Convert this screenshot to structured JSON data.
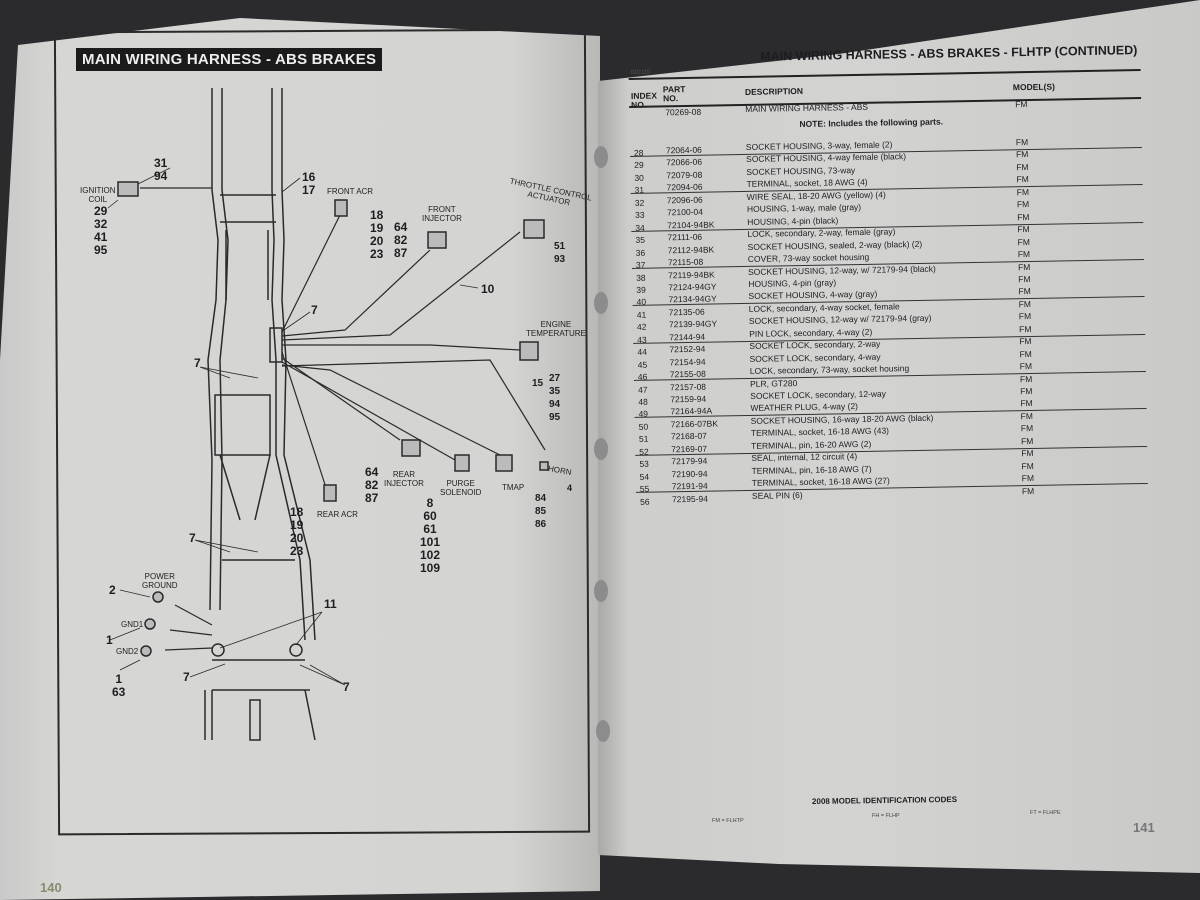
{
  "left_page": {
    "title": "MAIN WIRING HARNESS - ABS BRAKES",
    "page_number": "140",
    "callouts": {
      "ign_top": "31\n94",
      "ign_bottom": "29\n32\n41\n95",
      "frame_16": "16\n17",
      "front_acr": "18\n19\n20\n23",
      "front_injector": "64\n82\n87",
      "throttle": "51\n93",
      "ten": "10",
      "seven_a": "7",
      "seven_b": "7",
      "seven_c": "7",
      "seven_d": "7",
      "seven_e": "7",
      "engine_temp_15": "15",
      "engine_temp": "27\n35\n94\n95",
      "rear_injector": "64\n82\n87",
      "purge": "8\n60\n61\n101\n102\n109",
      "tmap": "84\n85\n86",
      "horn": "4",
      "rear_acr": "18\n19\n20\n23",
      "power_ground": "2",
      "gnd1": "1",
      "gnd2": "1\n63",
      "eleven": "11"
    },
    "labels": {
      "ignition_coil": "IGNITION\nCOIL",
      "front_acr": "FRONT ACR",
      "front_injector": "FRONT\nINJECTOR",
      "throttle": "THROTTLE CONTROL\nACTUATOR",
      "engine_temp": "ENGINE\nTEMPERATURE",
      "rear_injector": "REAR\nINJECTOR",
      "purge": "PURGE\nSOLENOID",
      "tmap": "TMAP",
      "horn": "HORN",
      "rear_acr": "REAR ACR",
      "power_ground": "POWER\nGROUND",
      "gnd1": "GND1",
      "gnd2": "GND2"
    }
  },
  "right_page": {
    "title": "MAIN WIRING HARNESS - ABS BRAKES - FLHTP (CONTINUED)",
    "code": "010110",
    "page_number": "141",
    "headers": {
      "index": "INDEX\nNO.",
      "part": "PART\nNO.",
      "description": "DESCRIPTION",
      "models": "MODEL(S)"
    },
    "main_part": {
      "part": "70269-08",
      "description": "MAIN WIRING HARNESS - ABS",
      "model": "FM"
    },
    "note": "NOTE: Includes the following parts.",
    "rows": [
      {
        "index": "28",
        "part": "72064-06",
        "description": "SOCKET HOUSING, 3-way, female (2)",
        "model": "FM"
      },
      {
        "index": "29",
        "part": "72066-06",
        "description": "SOCKET HOUSING, 4-way female (black)",
        "model": "FM"
      },
      {
        "index": "30",
        "part": "72079-08",
        "description": "SOCKET HOUSING, 73-way",
        "model": "FM"
      },
      {
        "index": "31",
        "part": "72094-06",
        "description": "TERMINAL, socket, 18 AWG (4)",
        "model": "FM"
      },
      {
        "index": "32",
        "part": "72096-06",
        "description": "WIRE SEAL, 18-20 AWG (yellow) (4)",
        "model": "FM"
      },
      {
        "index": "33",
        "part": "72100-04",
        "description": "HOUSING, 1-way, male (gray)",
        "model": "FM"
      },
      {
        "index": "34",
        "part": "72104-94BK",
        "description": "HOUSING, 4-pin (black)",
        "model": "FM"
      },
      {
        "index": "35",
        "part": "72111-06",
        "description": "LOCK, secondary, 2-way, female (gray)",
        "model": "FM"
      },
      {
        "index": "36",
        "part": "72112-94BK",
        "description": "SOCKET HOUSING, sealed, 2-way (black) (2)",
        "model": "FM"
      },
      {
        "index": "37",
        "part": "72115-08",
        "description": "COVER, 73-way socket housing",
        "model": "FM"
      },
      {
        "index": "38",
        "part": "72119-94BK",
        "description": "SOCKET HOUSING, 12-way, w/ 72179-94 (black)",
        "model": "FM"
      },
      {
        "index": "39",
        "part": "72124-94GY",
        "description": "HOUSING, 4-pin (gray)",
        "model": "FM"
      },
      {
        "index": "40",
        "part": "72134-94GY",
        "description": "SOCKET HOUSING, 4-way (gray)",
        "model": "FM"
      },
      {
        "index": "41",
        "part": "72135-06",
        "description": "LOCK, secondary, 4-way socket, female",
        "model": "FM"
      },
      {
        "index": "42",
        "part": "72139-94GY",
        "description": "SOCKET HOUSING, 12-way w/ 72179-94 (gray)",
        "model": "FM"
      },
      {
        "index": "43",
        "part": "72144-94",
        "description": "PIN LOCK, secondary, 4-way (2)",
        "model": "FM"
      },
      {
        "index": "44",
        "part": "72152-94",
        "description": "SOCKET LOCK, secondary, 2-way",
        "model": "FM"
      },
      {
        "index": "45",
        "part": "72154-94",
        "description": "SOCKET LOCK, secondary, 4-way",
        "model": "FM"
      },
      {
        "index": "46",
        "part": "72155-08",
        "description": "LOCK, secondary, 73-way, socket housing",
        "model": "FM"
      },
      {
        "index": "47",
        "part": "72157-08",
        "description": "PLR, GT280",
        "model": "FM"
      },
      {
        "index": "48",
        "part": "72159-94",
        "description": "SOCKET LOCK, secondary, 12-way",
        "model": "FM"
      },
      {
        "index": "49",
        "part": "72164-94A",
        "description": "WEATHER PLUG, 4-way (2)",
        "model": "FM"
      },
      {
        "index": "50",
        "part": "72166-07BK",
        "description": "SOCKET HOUSING, 16-way 18-20 AWG (black)",
        "model": "FM"
      },
      {
        "index": "51",
        "part": "72168-07",
        "description": "TERMINAL, socket, 16-18 AWG (43)",
        "model": "FM"
      },
      {
        "index": "52",
        "part": "72169-07",
        "description": "TERMINAL, pin, 16-20 AWG (2)",
        "model": "FM"
      },
      {
        "index": "53",
        "part": "72179-94",
        "description": "SEAL, internal, 12 circuit (4)",
        "model": "FM"
      },
      {
        "index": "54",
        "part": "72190-94",
        "description": "TERMINAL, pin, 16-18 AWG (7)",
        "model": "FM"
      },
      {
        "index": "55",
        "part": "72191-94",
        "description": "TERMINAL, socket, 16-18 AWG (27)",
        "model": "FM"
      },
      {
        "index": "56",
        "part": "72195-94",
        "description": "SEAL PIN (6)",
        "model": "FM"
      }
    ],
    "footer": {
      "title": "2008 MODEL IDENTIFICATION CODES",
      "codes": [
        "FM = FLHTP",
        "FH = FLHP",
        "FT = FLHPE"
      ]
    }
  }
}
